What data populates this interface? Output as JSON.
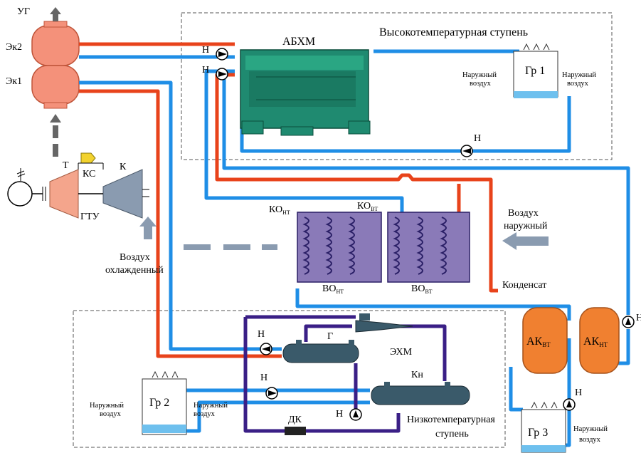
{
  "labels": {
    "ug": "УГ",
    "ek2": "Эк2",
    "ek1": "Эк1",
    "t": "Т",
    "ks": "КС",
    "k": "К",
    "gtu": "ГТУ",
    "air_cooled_1": "Воздух",
    "air_cooled_2": "охлажденный",
    "abhm": "АБХМ",
    "high_stage": "Высокотемпературная ступень",
    "gr1": "Гр 1",
    "gr2": "Гр 2",
    "gr3": "Гр 3",
    "outer_air_1": "Наружный",
    "outer_air_2": "воздух",
    "outer_air_3": "воздух",
    "pump": "Н",
    "ko_nt": "КО",
    "ko_nt_sub": "НТ",
    "ko_vt": "КО",
    "ko_vt_sub": "ВТ",
    "vo_nt": "ВО",
    "vo_nt_sub": "НТ",
    "vo_vt": "ВО",
    "vo_vt_sub": "ВТ",
    "air_outer_1": "Воздух",
    "air_outer_2": "наружный",
    "condensate": "Конденсат",
    "ak_vt": "АК",
    "ak_vt_sub": "ВТ",
    "ak_nt": "АК",
    "ak_nt_sub": "НТ",
    "g": "Г",
    "ehm": "ЭХМ",
    "kn": "Кн",
    "dk": "ДК",
    "low_stage_1": "Низкотемпературная",
    "low_stage_2": "ступень"
  },
  "colors": {
    "hot": "#e8431b",
    "cold": "#1f8ee6",
    "refrigerant": "#3a1f86",
    "abhm": "#1f8a70",
    "econ": "#f4917a",
    "tank": "#f08030",
    "turbine": "#f4a58c",
    "compressor": "#8a9bb0"
  }
}
